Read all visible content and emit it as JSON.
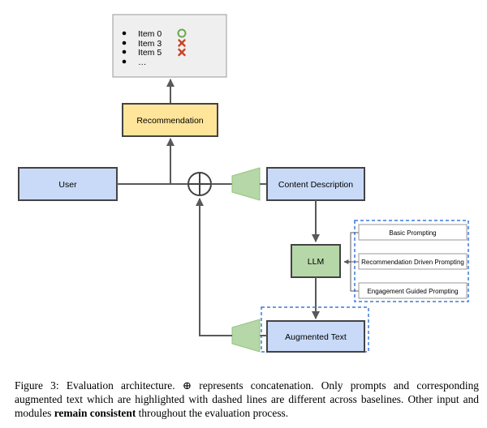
{
  "output_box": {
    "items": [
      {
        "label": "Item 0",
        "status": "correct",
        "status_color": "#6aa84f"
      },
      {
        "label": "Item 3",
        "status": "wrong",
        "status_color": "#cc4125"
      },
      {
        "label": "Item 5",
        "status": "wrong",
        "status_color": "#cc4125"
      },
      {
        "label": "…",
        "status": "none"
      }
    ]
  },
  "nodes": {
    "recommendation": "Recommendation",
    "user": "User",
    "content_description": "Content Description",
    "llm": "LLM",
    "augmented_text": "Augmented Text"
  },
  "prompts": [
    "Basic Prompting",
    "Recommendation Driven Prompting",
    "Engagement Guided Prompting"
  ],
  "caption": {
    "part1": "Figure 3: Evaluation architecture. ⊕ represents concatenation. Only prompts and corresponding augmented text which are highlighted with dashed lines are different across baselines. Other input and modules ",
    "bold": "remain consistent",
    "part2": " throughout the evaluation process."
  },
  "colors": {
    "blue_fill": "#c9daf8",
    "yellow_fill": "#ffe599",
    "green_fill": "#b6d7a8",
    "dashed_border": "#3c78d8",
    "line": "#595959"
  }
}
